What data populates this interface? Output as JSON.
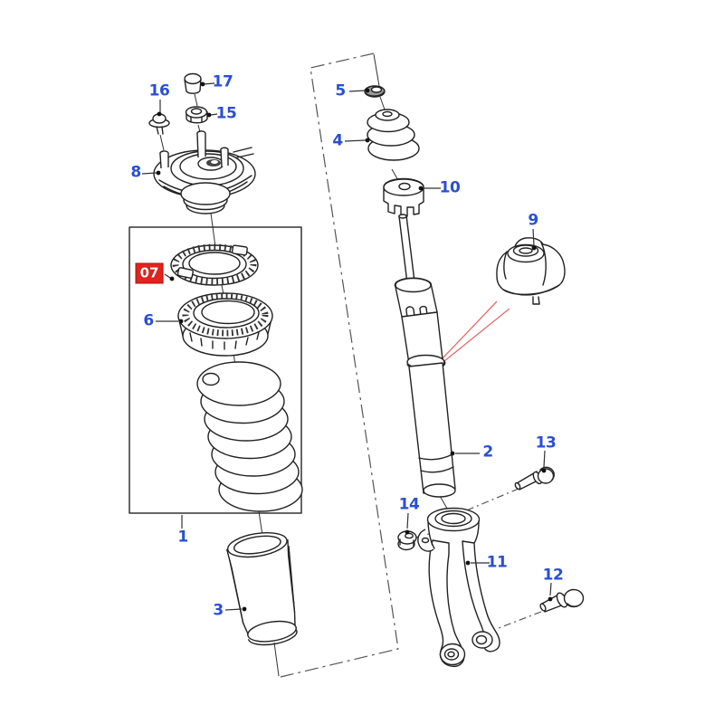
{
  "diagram": {
    "background": "#ffffff",
    "callout_color": "#2a4fd2",
    "highlight": {
      "label": "07",
      "bg": "#e3231d",
      "text_color": "#ffffff"
    },
    "reference_line_color": "#de6f6f",
    "line_art_color": "#222222"
  },
  "callouts": [
    {
      "label": "1"
    },
    {
      "label": "2"
    },
    {
      "label": "3"
    },
    {
      "label": "4"
    },
    {
      "label": "5"
    },
    {
      "label": "6"
    },
    {
      "label": "07",
      "highlighted": true
    },
    {
      "label": "8"
    },
    {
      "label": "9"
    },
    {
      "label": "10"
    },
    {
      "label": "11"
    },
    {
      "label": "12"
    },
    {
      "label": "13"
    },
    {
      "label": "14"
    },
    {
      "label": "15"
    },
    {
      "label": "16"
    },
    {
      "label": "17"
    }
  ]
}
